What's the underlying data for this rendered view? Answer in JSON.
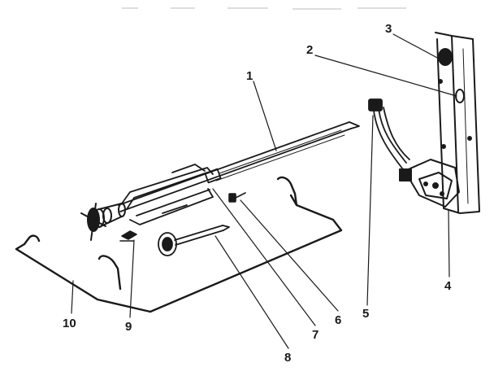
{
  "diagram": {
    "parts": [
      {
        "id": "1",
        "label": "1"
      },
      {
        "id": "2",
        "label": "2"
      },
      {
        "id": "3",
        "label": "3"
      },
      {
        "id": "4",
        "label": "4"
      },
      {
        "id": "5",
        "label": "5"
      },
      {
        "id": "6",
        "label": "6"
      },
      {
        "id": "7",
        "label": "7"
      },
      {
        "id": "8",
        "label": "8"
      },
      {
        "id": "9",
        "label": "9"
      },
      {
        "id": "10",
        "label": "10"
      }
    ]
  }
}
